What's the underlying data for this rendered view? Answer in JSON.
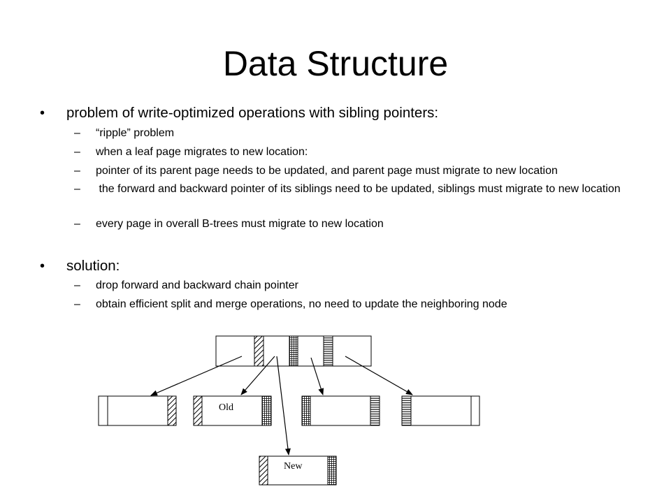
{
  "title": "Data Structure",
  "sections": [
    {
      "bullet": "•",
      "text": "problem of write-optimized operations with sibling pointers:",
      "items": [
        "“ripple” problem",
        "when a leaf page migrates to new location:",
        "pointer of its parent page needs to be updated, and parent page must migrate to new location",
        " the forward and backward pointer of its siblings need to be updated, siblings must migrate to new location",
        "every page in overall B-trees must migrate to new location"
      ]
    },
    {
      "bullet": "•",
      "text": "solution:",
      "items": [
        "drop forward and backward chain pointer",
        "obtain efficient split and merge operations, no need to update the neighboring node"
      ]
    }
  ],
  "dash": "–",
  "diagram": {
    "old_label": "Old",
    "new_label": "New"
  }
}
